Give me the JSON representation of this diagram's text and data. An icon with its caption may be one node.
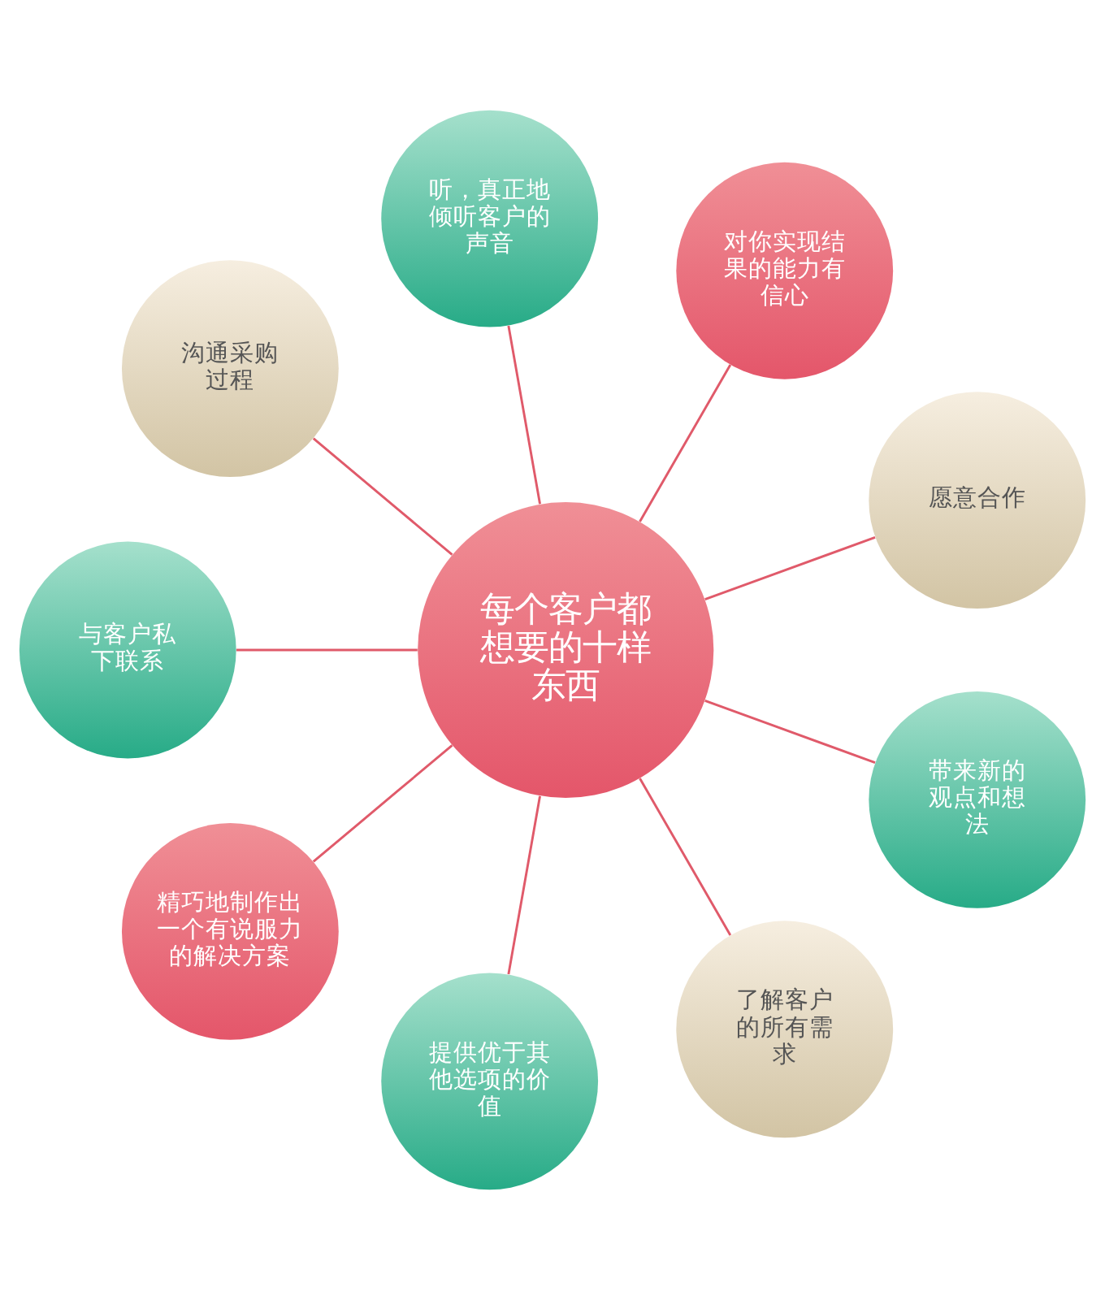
{
  "diagram": {
    "nodes": [
      {
        "text": [
          "每个客户都想要的十样东西"
        ]
      },
      {
        "text": [
          "愿意合作"
        ]
      },
      {
        "text": [
          "对你实现结果的能力有信心"
        ]
      },
      {
        "text": [
          "听，真正地倾听客户的声音"
        ]
      },
      {
        "text": [
          "沟通采购过程"
        ]
      },
      {
        "text": [
          "与客户私下联系"
        ]
      },
      {
        "text": [
          "精巧地制作出一个有说服力的解决方案"
        ]
      },
      {
        "text": [
          "提供优于其他选项的价值"
        ]
      },
      {
        "text": [
          "了解客户的所有需求"
        ]
      },
      {
        "text": [
          "带来新的观点和想法"
        ]
      }
    ],
    "edges": [
      {
        "from": 0,
        "to": 1,
        "arrow": "none"
      },
      {
        "from": 0,
        "to": 2,
        "arrow": "none"
      },
      {
        "from": 0,
        "to": 3,
        "arrow": "none"
      },
      {
        "from": 0,
        "to": 4,
        "arrow": "none"
      },
      {
        "from": 0,
        "to": 5,
        "arrow": "none"
      },
      {
        "from": 0,
        "to": 6,
        "arrow": "none"
      },
      {
        "from": 0,
        "to": 7,
        "arrow": "none"
      },
      {
        "from": 0,
        "to": 8,
        "arrow": "none"
      },
      {
        "from": 0,
        "to": 9,
        "arrow": "none"
      }
    ]
  }
}
